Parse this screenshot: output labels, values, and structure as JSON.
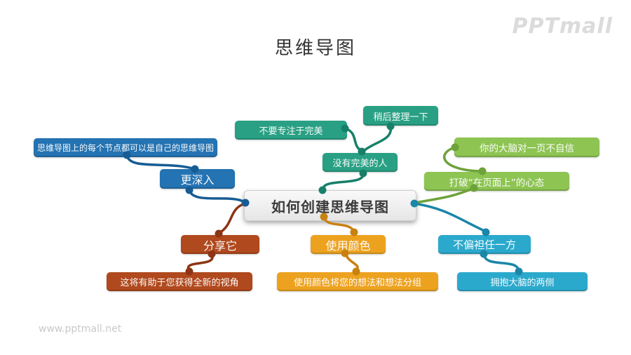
{
  "slide": {
    "title": "思维导图",
    "brand_logo": "PPTmall",
    "watermark": "www.pptmall.net"
  },
  "mindmap": {
    "center": {
      "label": "如何创建思维导图"
    },
    "nodes": {
      "perfection": {
        "label": "不要专注于完美"
      },
      "organize_later": {
        "label": "稍后整理一下"
      },
      "no_perfect": {
        "label": "没有完美的人"
      },
      "every_node": {
        "label": "思维导图上的每个节点都可以是自己的思维导图"
      },
      "deeper": {
        "label": "更深入"
      },
      "share": {
        "label": "分享它"
      },
      "new_view": {
        "label": "这将有助于您获得全新的视角"
      },
      "use_color": {
        "label": "使用颜色"
      },
      "group_ideas": {
        "label": "使用颜色将您的想法和想法分组"
      },
      "no_bias": {
        "label": "不偏袒任一方"
      },
      "embrace": {
        "label": "拥抱大脑的两侧"
      },
      "brain_page": {
        "label": "你的大脑对一页不自信"
      },
      "break_mindset": {
        "label": "打破“在页面上”的心态"
      }
    }
  },
  "branches": {
    "teal": {
      "color": "#29a084",
      "dark": "#178069"
    },
    "blue": {
      "color": "#2473b2",
      "dark": "#175c93"
    },
    "brown": {
      "color": "#b0491d",
      "dark": "#8d3514"
    },
    "orange": {
      "color": "#eda21f",
      "dark": "#c8810f"
    },
    "cyan": {
      "color": "#2ba9cd",
      "dark": "#1b86a7"
    },
    "green": {
      "color": "#8dc452",
      "dark": "#6ea23a"
    },
    "center_style": {
      "bg": "#efefef",
      "text": "#3b3b3b"
    }
  }
}
